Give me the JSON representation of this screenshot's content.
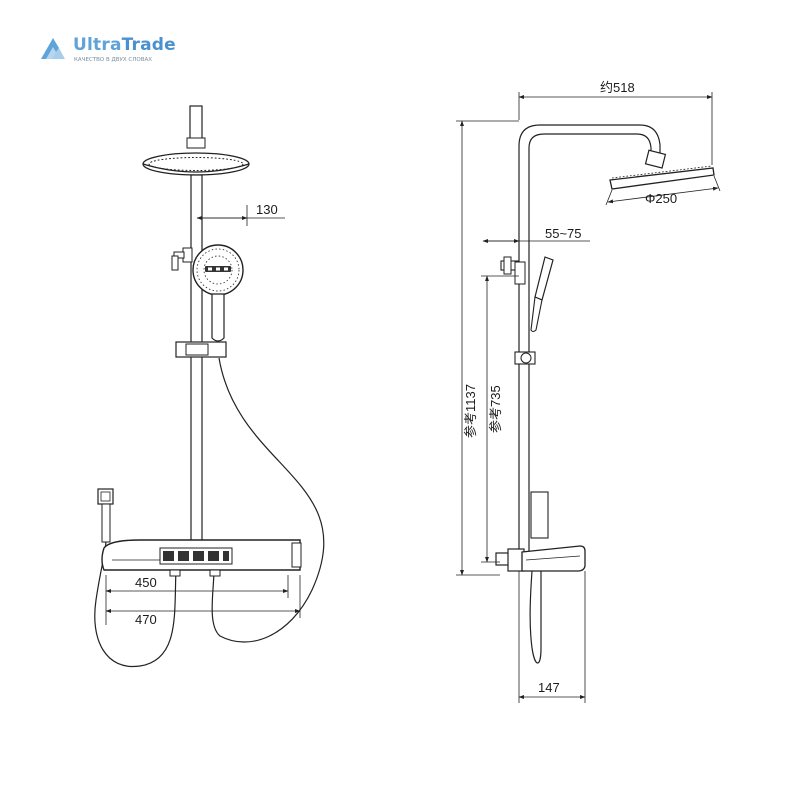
{
  "brand": {
    "name_light": "Ultra",
    "name_bold": "Trade",
    "slogan": "КАЧЕСТВО В ДВУХ СЛОВАХ",
    "color": "#5fa3d9"
  },
  "front_view": {
    "dims": {
      "handshower_offset": "130",
      "inner_width": "450",
      "outer_width": "470"
    }
  },
  "side_view": {
    "dims": {
      "overall_reach": "约518",
      "head_diameter": "Φ250",
      "holder_offset": "55~75",
      "total_height": "参考1137",
      "mixer_to_holder": "参考735",
      "shelf_depth": "147"
    }
  }
}
